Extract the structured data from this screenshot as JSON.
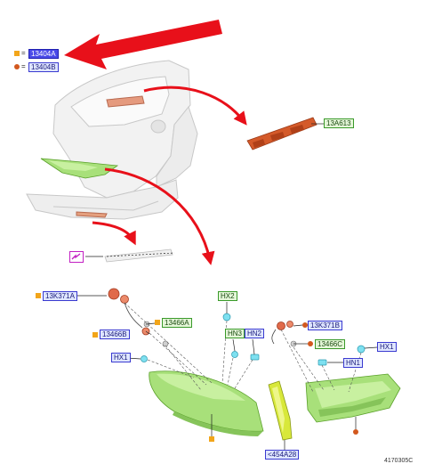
{
  "legend": {
    "primary": {
      "marker": "square",
      "label": "13404A",
      "color": "#f2a51a"
    },
    "secondary": {
      "marker": "circle",
      "label": "13404B",
      "color": "#d2581e"
    },
    "equals": "="
  },
  "callouts": {
    "upper_lamp": "13A613",
    "socket_inner": "13K371A",
    "bulb_left": "13466A",
    "bulb_left_b": "13466B",
    "connector_hx2": "HX2",
    "connector_hn3": "HN3",
    "connector_hn2": "HN2",
    "connector_hx1_left": "HX1",
    "socket_right": "13K371B",
    "bulb_right": "13466C",
    "connector_hn1": "HN1",
    "connector_hx1_right": "HX1",
    "gasket": "<454A28"
  },
  "figure_number": "4170305C",
  "colors": {
    "arrow": "#e8101a",
    "lamp_lens": "#a8e07a",
    "lamp_highlight": "#c8f0a0",
    "body_fill": "#f2f2f2",
    "body_stroke": "#c8c8c8",
    "leader": "#222222",
    "view_icon": "#c21fc2"
  },
  "icons": [
    "view-direction-icon",
    "lightning-arrow-icon"
  ]
}
